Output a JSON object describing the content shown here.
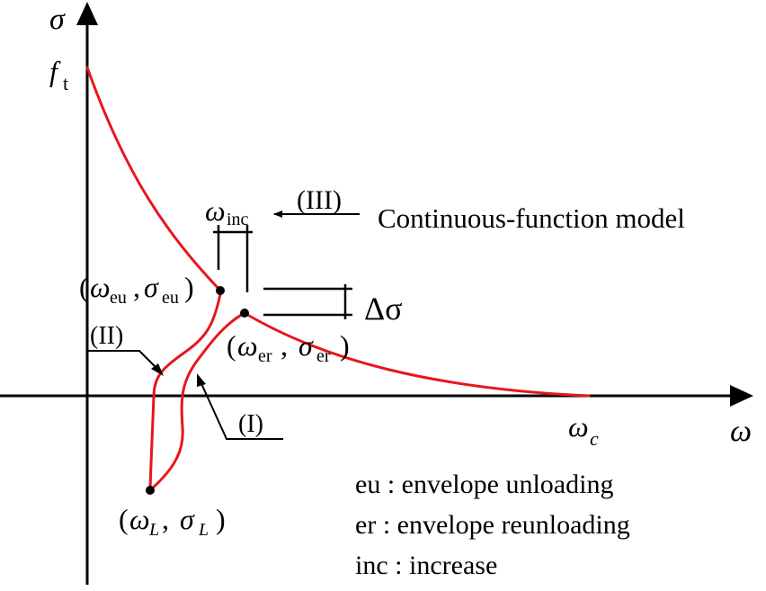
{
  "axes": {
    "y_label": "σ",
    "x_label": "ω",
    "ft_main": "f",
    "ft_sub": "t",
    "wc_main": "ω",
    "wc_sub": "c"
  },
  "points": {
    "eu": {
      "paren_open": "(",
      "w": "ω",
      "w_sub": "eu",
      "comma": ",",
      "s": "σ",
      "s_sub": "eu",
      "paren_close": ")"
    },
    "er": {
      "paren_open": "(",
      "w": "ω",
      "w_sub": "er",
      "comma": ",",
      "s": "σ",
      "s_sub": "er",
      "paren_close": ")"
    },
    "L": {
      "paren_open": "(",
      "w": "ω",
      "w_sub": "L",
      "comma": ",",
      "s": "σ",
      "s_sub": "L",
      "paren_close": ")"
    }
  },
  "annotations": {
    "inc_main": "ω",
    "inc_sub": "inc",
    "delta_sigma": "Δσ",
    "label_I": "(I)",
    "label_II": "(II)",
    "label_III": "(III)",
    "model_name": "Continuous-function model"
  },
  "legend": [
    {
      "abbr": "eu",
      "sep": " : ",
      "text": "envelope unloading"
    },
    {
      "abbr": "er",
      "sep": " : ",
      "text": "envelope reunloading"
    },
    {
      "abbr": "inc",
      "sep": " : ",
      "text": "increase"
    }
  ],
  "colors": {
    "curve": "#e8161b",
    "ink": "#000000"
  }
}
